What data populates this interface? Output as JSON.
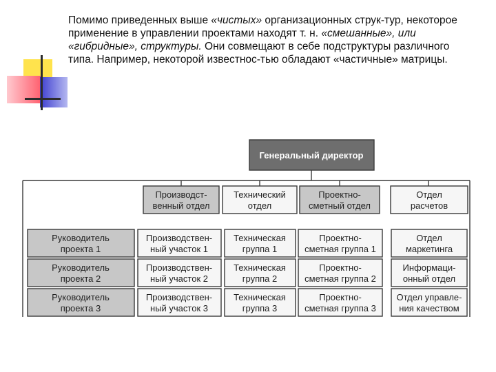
{
  "intro": {
    "p1": "Помимо приведенных выше ",
    "p2": "«чистых»",
    "p3": " организационных струк-тур, некоторое применение в управлении проектами находят т. н. ",
    "p4": "«смешанные», или «гибридные», структуры.",
    "p5": " Они совмещают в себе подструктуры различного типа. Например, некоторой известнос-тью обладают «частичные» матрицы."
  },
  "org": {
    "director": "Генеральный директор",
    "departments": [
      [
        "Производст-",
        "венный отдел"
      ],
      [
        "Технический",
        "отдел"
      ],
      [
        "Проектно-",
        "сметный отдел"
      ],
      [
        "Отдел",
        "расчетов"
      ]
    ],
    "project_managers": [
      [
        "Руководитель",
        "проекта 1"
      ],
      [
        "Руководитель",
        "проекта 2"
      ],
      [
        "Руководитель",
        "проекта 3"
      ]
    ],
    "matrix": [
      [
        [
          "Производствен-",
          "ный участок 1"
        ],
        [
          "Техническая",
          "группа 1"
        ],
        [
          "Проектно-",
          "сметная группа 1"
        ]
      ],
      [
        [
          "Производствен-",
          "ный участок 2"
        ],
        [
          "Техническая",
          "группа 2"
        ],
        [
          "Проектно-",
          "сметная группа 2"
        ]
      ],
      [
        [
          "Производствен-",
          "ный участок 3"
        ],
        [
          "Техническая",
          "группа 3"
        ],
        [
          "Проектно-",
          "сметная группа 3"
        ]
      ]
    ],
    "side_units": [
      [
        "Отдел",
        "маркетинга"
      ],
      [
        "Информаци-",
        "онный отдел"
      ],
      [
        "Отдел управле-",
        "ния качеством"
      ]
    ]
  }
}
